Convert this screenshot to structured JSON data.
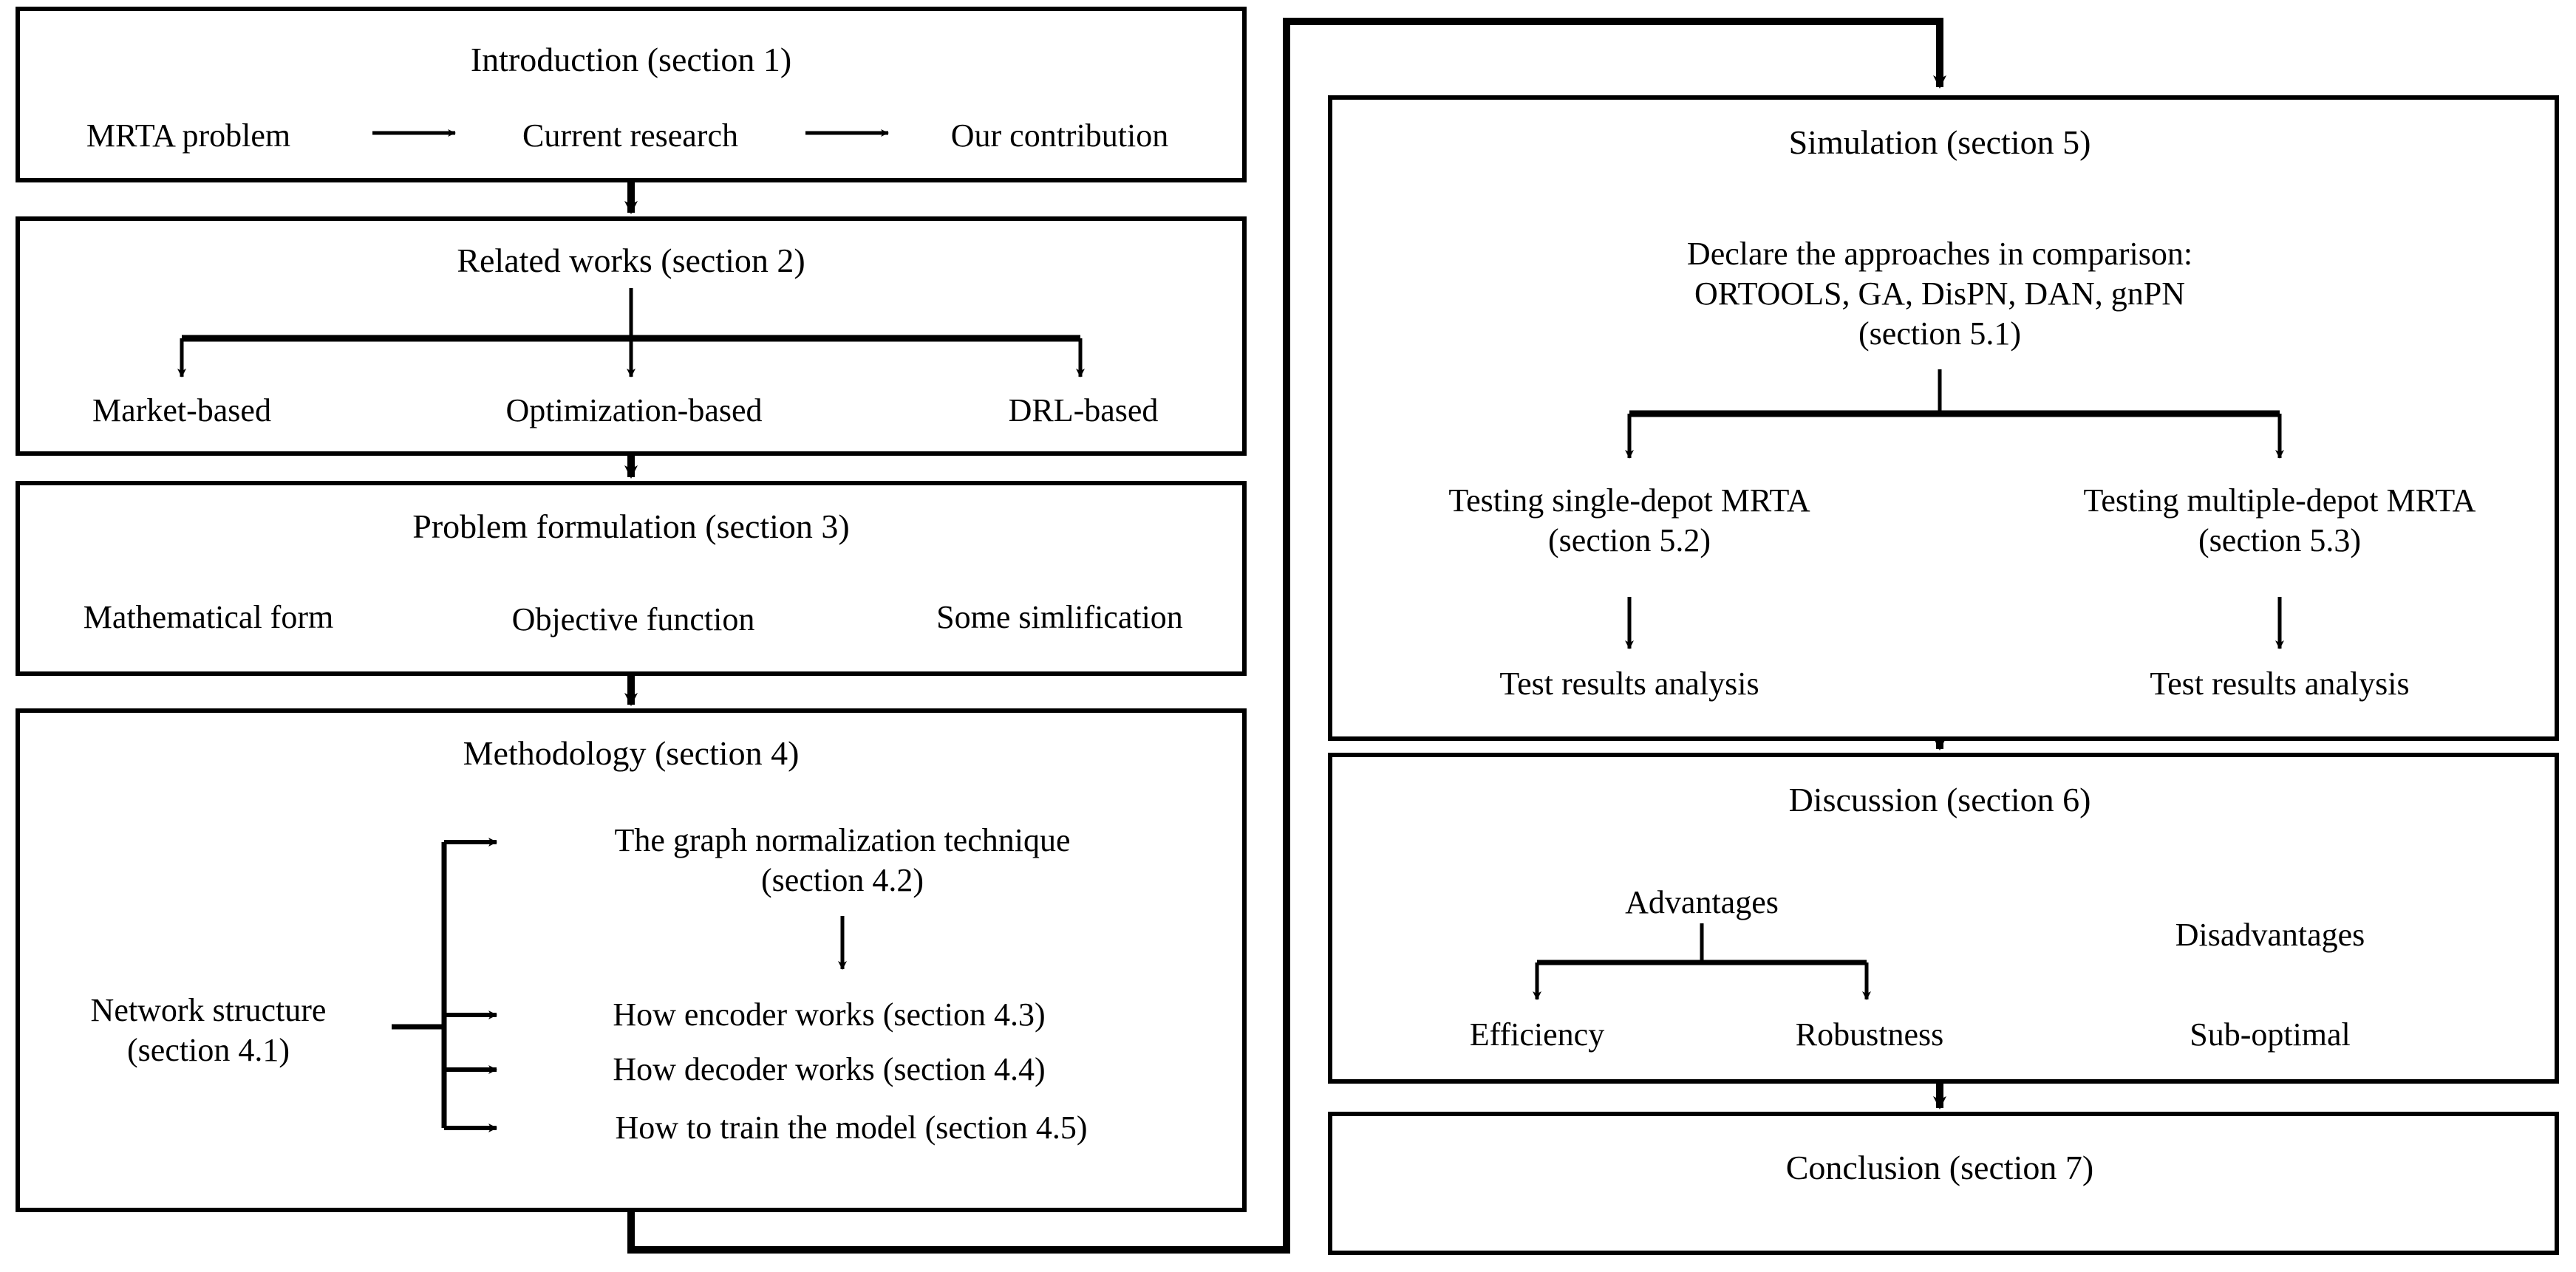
{
  "diagram": {
    "title": "Paper organization flowchart",
    "stroke_color": "#000000",
    "background_color": "#ffffff",
    "type": "flowchart"
  },
  "left_column": {
    "introduction": {
      "heading": "Introduction (section 1)",
      "steps": [
        "MRTA problem",
        "Current research",
        "Our contribution"
      ],
      "connector_glyph": "→"
    },
    "related_works": {
      "heading": "Related works (section 2)",
      "branches": [
        "Market-based",
        "Optimization-based",
        "DRL-based"
      ]
    },
    "problem_formulation": {
      "heading": "Problem formulation (section 3)",
      "items": [
        "Mathematical form",
        "Objective function",
        "Some simlification"
      ]
    },
    "methodology": {
      "heading": "Methodology (section 4)",
      "root": "Network structure\n(section 4.1)",
      "root_line1": "Network structure",
      "root_line2": "(section 4.1)",
      "branches": [
        {
          "line1": "The graph normalization technique",
          "line2": "(section 4.2)"
        },
        {
          "line1": "How encoder works (section 4.3)",
          "line2": ""
        },
        {
          "line1": "How decoder works (section 4.4)",
          "line2": ""
        },
        {
          "line1": "How to train the model (section 4.5)",
          "line2": ""
        }
      ]
    }
  },
  "right_column": {
    "simulation": {
      "heading": "Simulation (section 5)",
      "declare_line1": "Declare the approaches in comparison:",
      "declare_line2": "ORTOOLS, GA, DisPN, DAN, gnPN",
      "declare_line3": "(section 5.1)",
      "left_branch": {
        "line1": "Testing single-depot MRTA",
        "line2": "(section 5.2)",
        "result": "Test results analysis"
      },
      "right_branch": {
        "line1": "Testing multiple-depot MRTA",
        "line2": "(section 5.3)",
        "result": "Test results analysis"
      }
    },
    "discussion": {
      "heading": "Discussion (section 6)",
      "advantages_label": "Advantages",
      "advantages": [
        "Efficiency",
        "Robustness"
      ],
      "disadvantages_label": "Disadvantages",
      "disadvantages": [
        "Sub-optimal"
      ]
    },
    "conclusion": {
      "heading": "Conclusion (section 7)"
    }
  }
}
